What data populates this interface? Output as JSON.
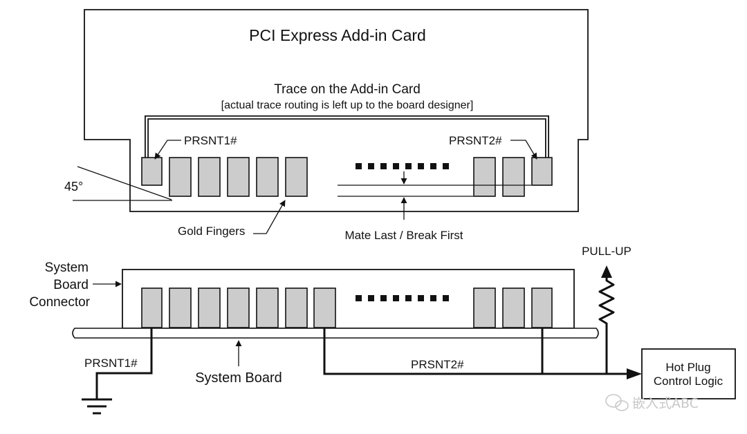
{
  "card": {
    "title": "PCI Express Add-in Card",
    "trace_label": "Trace on the Add-in Card",
    "trace_note": "[actual trace routing is left up to the board designer]",
    "prsnt1_label": "PRSNT1#",
    "prsnt2_label": "PRSNT2#",
    "angle_label": "45°",
    "gold_fingers_label": "Gold Fingers",
    "mate_label": "Mate Last / Break First"
  },
  "board": {
    "connector_label_lines": [
      "System",
      "Board",
      "Connector"
    ],
    "system_board_label": "System Board",
    "prsnt1_label": "PRSNT1#",
    "prsnt2_label": "PRSNT2#",
    "pullup_label": "PULL-UP",
    "hot_plug_lines": [
      "Hot Plug",
      "Control Logic"
    ]
  },
  "watermark": {
    "text": "嵌入式ABC"
  },
  "colors": {
    "line": "#111111",
    "finger_fill": "#cccccc",
    "watermark": "#c8c8c8"
  }
}
